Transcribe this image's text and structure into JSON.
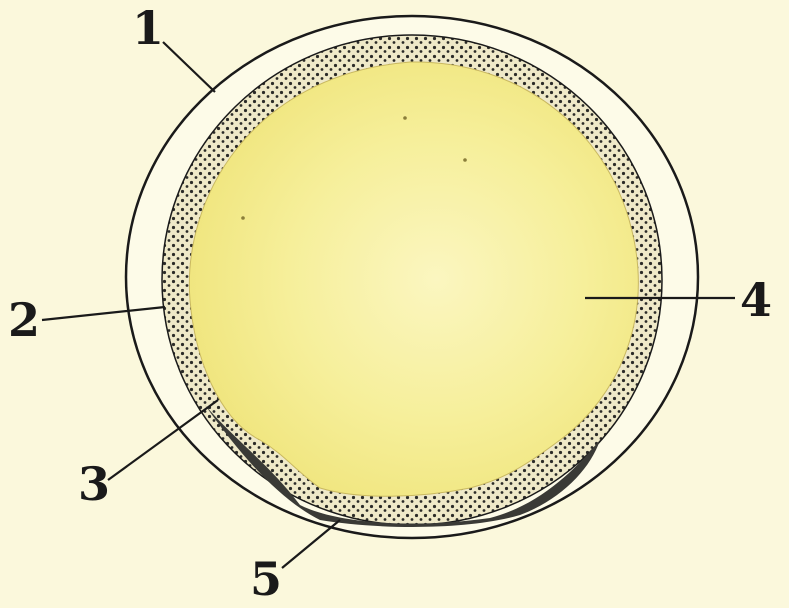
{
  "colors": {
    "background": "#fbf8dc",
    "yolk": "#f4ec8a",
    "yolk_highlight": "#fbf6c0",
    "outer_membrane_ring": "#fdfbe8",
    "granular_layer": "#efe9c8",
    "dark_layer": "#3a3a36",
    "stroke": "#1a1a1a"
  },
  "labels": {
    "l1": "1",
    "l2": "2",
    "l3": "3",
    "l4": "4",
    "l5": "5"
  }
}
